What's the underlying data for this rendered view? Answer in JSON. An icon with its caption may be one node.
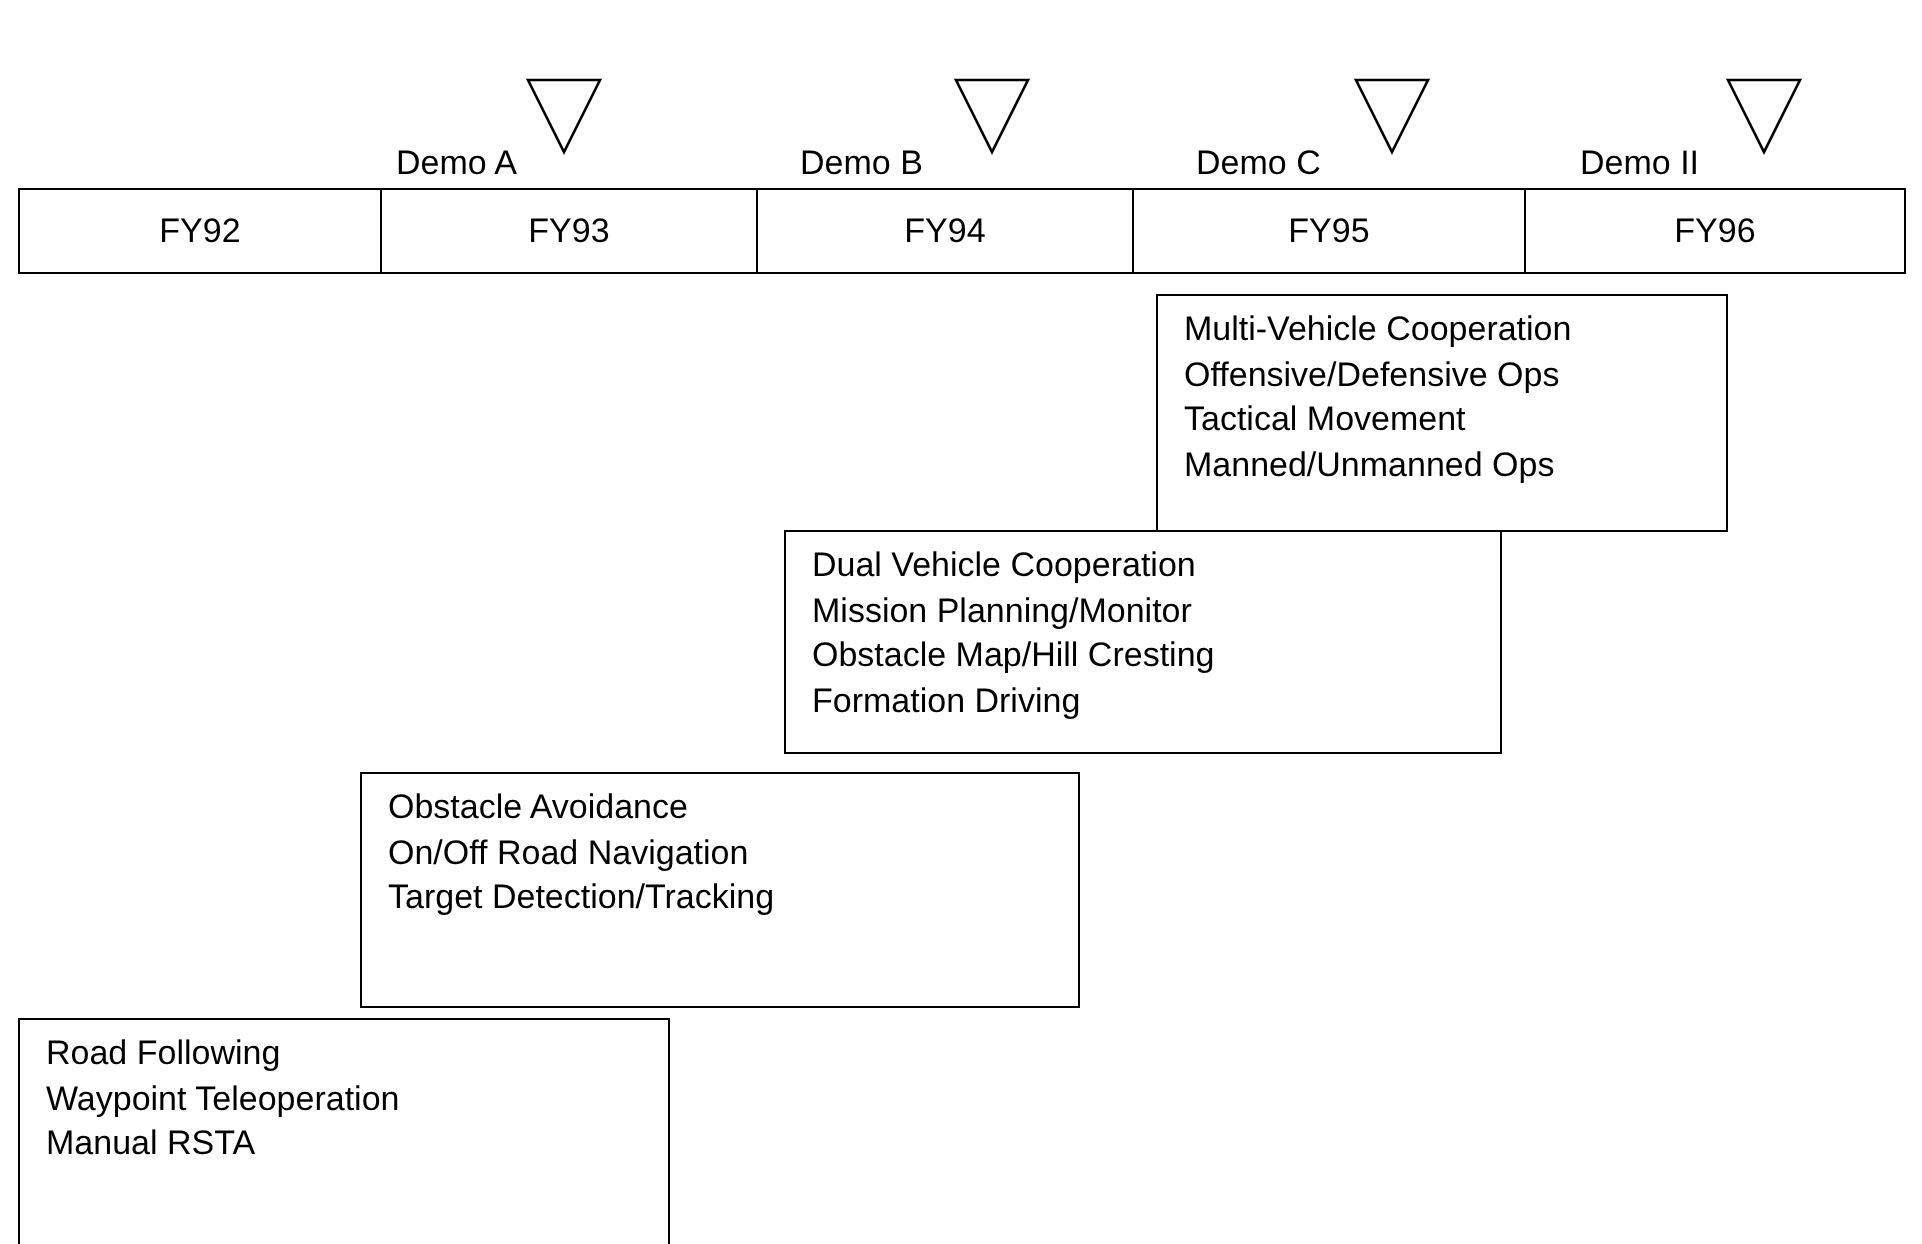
{
  "diagram": {
    "nodes": [
      {
        "text": [
          "FY92"
        ]
      },
      {
        "text": [
          "FY93"
        ]
      },
      {
        "text": [
          "FY94"
        ]
      },
      {
        "text": [
          "FY95"
        ]
      },
      {
        "text": [
          "FY96"
        ]
      },
      {
        "text": [
          "Multi-Vehicle Cooperation",
          "Offensive/Defensive Ops",
          "Tactical Movement",
          "Manned/Unmanned Ops"
        ]
      },
      {
        "text": [
          "Dual Vehicle Cooperation",
          "Mission Planning/Monitor",
          "Obstacle Map/Hill Cresting",
          "Formation Driving"
        ]
      },
      {
        "text": [
          "Obstacle Avoidance",
          "On/Off Road Navigation",
          "Target Detection/Tracking"
        ]
      },
      {
        "text": [
          "Road Following",
          "Waypoint Teleoperation",
          "Manual RSTA"
        ]
      }
    ],
    "labels": [
      "Demo A",
      "Demo B",
      "Demo C",
      "Demo II"
    ]
  }
}
